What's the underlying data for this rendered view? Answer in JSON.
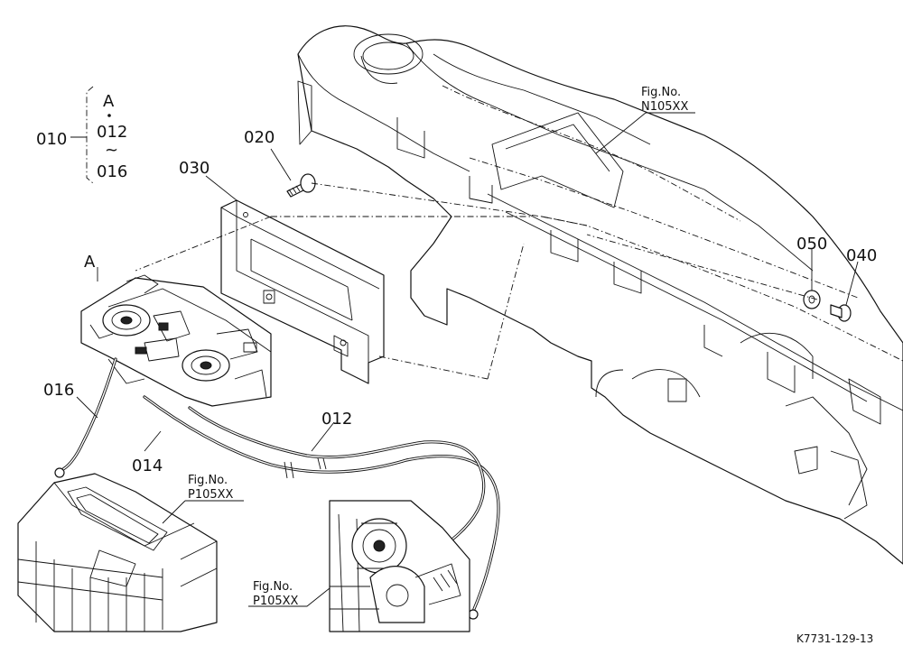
{
  "labels": {
    "group_010": "010",
    "group_ref_a": "A",
    "group_ref_012": "012",
    "group_tilde": "~",
    "group_ref_016": "016",
    "part_020": "020",
    "part_030": "030",
    "part_040": "040",
    "part_050": "050",
    "ref_a": "A",
    "cable_016": "016",
    "cable_014": "014",
    "cable_012": "012"
  },
  "fig_refs": {
    "dashboard": {
      "title": "Fig.No.",
      "number": "N105XX"
    },
    "heater_box": {
      "title": "Fig.No.",
      "number": "P105XX"
    },
    "heater_detail": {
      "title": "Fig.No.",
      "number": "P105XX"
    }
  },
  "drawing_code": "K7731-129-13"
}
